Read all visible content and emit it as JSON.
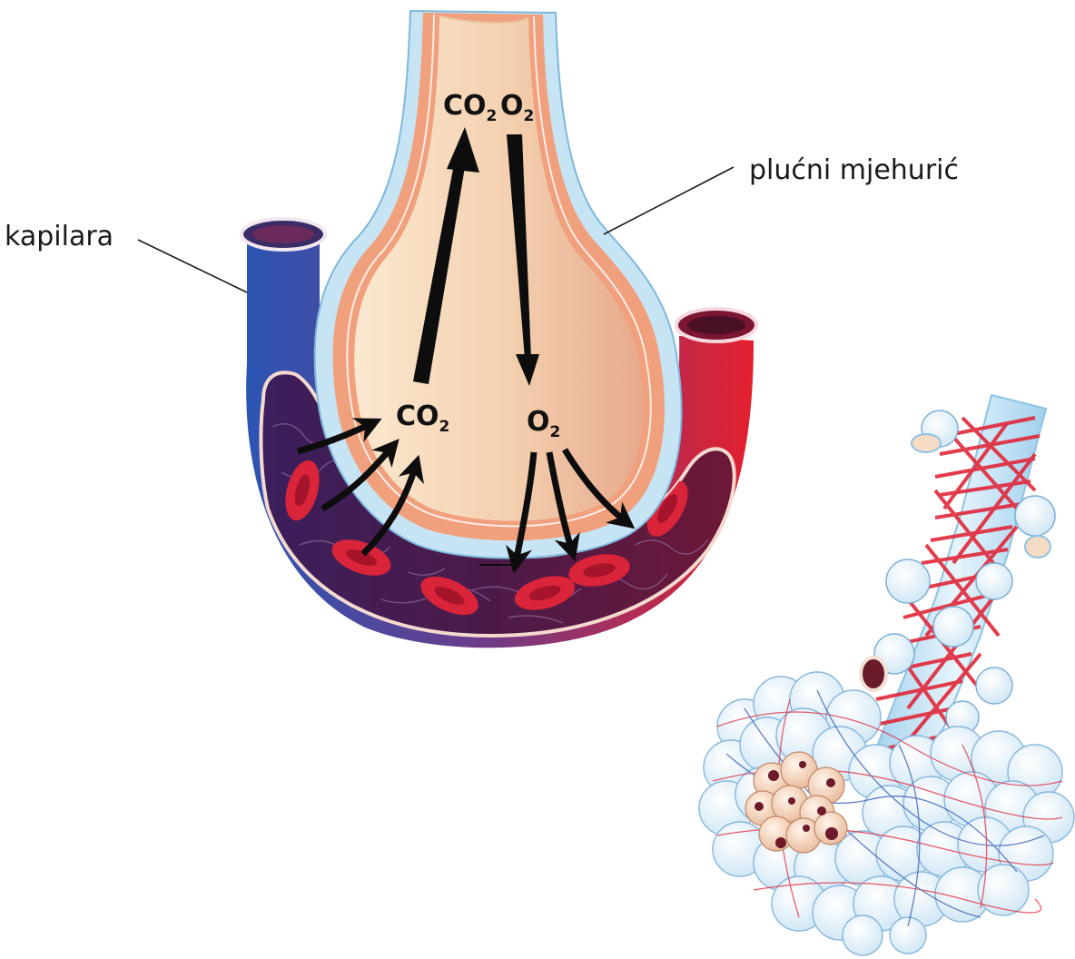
{
  "labels": {
    "capillary": "kapilara",
    "alveolus": "plućni mjehurić"
  },
  "gases": {
    "co2_base": "CO",
    "o2_base": "O",
    "subscript": "2"
  },
  "colors": {
    "deoxygenated_blood": "#2f56b0",
    "oxygenated_blood": "#e21f33",
    "capillary_interior": "#5a1a45",
    "alveolus_wall": "#bfe0f2",
    "alveolus_tissue": "#efa07a",
    "alveolus_air": "#f6d7bb",
    "red_blood_cell": "#d9243a",
    "arrow": "#0d0d0d"
  }
}
